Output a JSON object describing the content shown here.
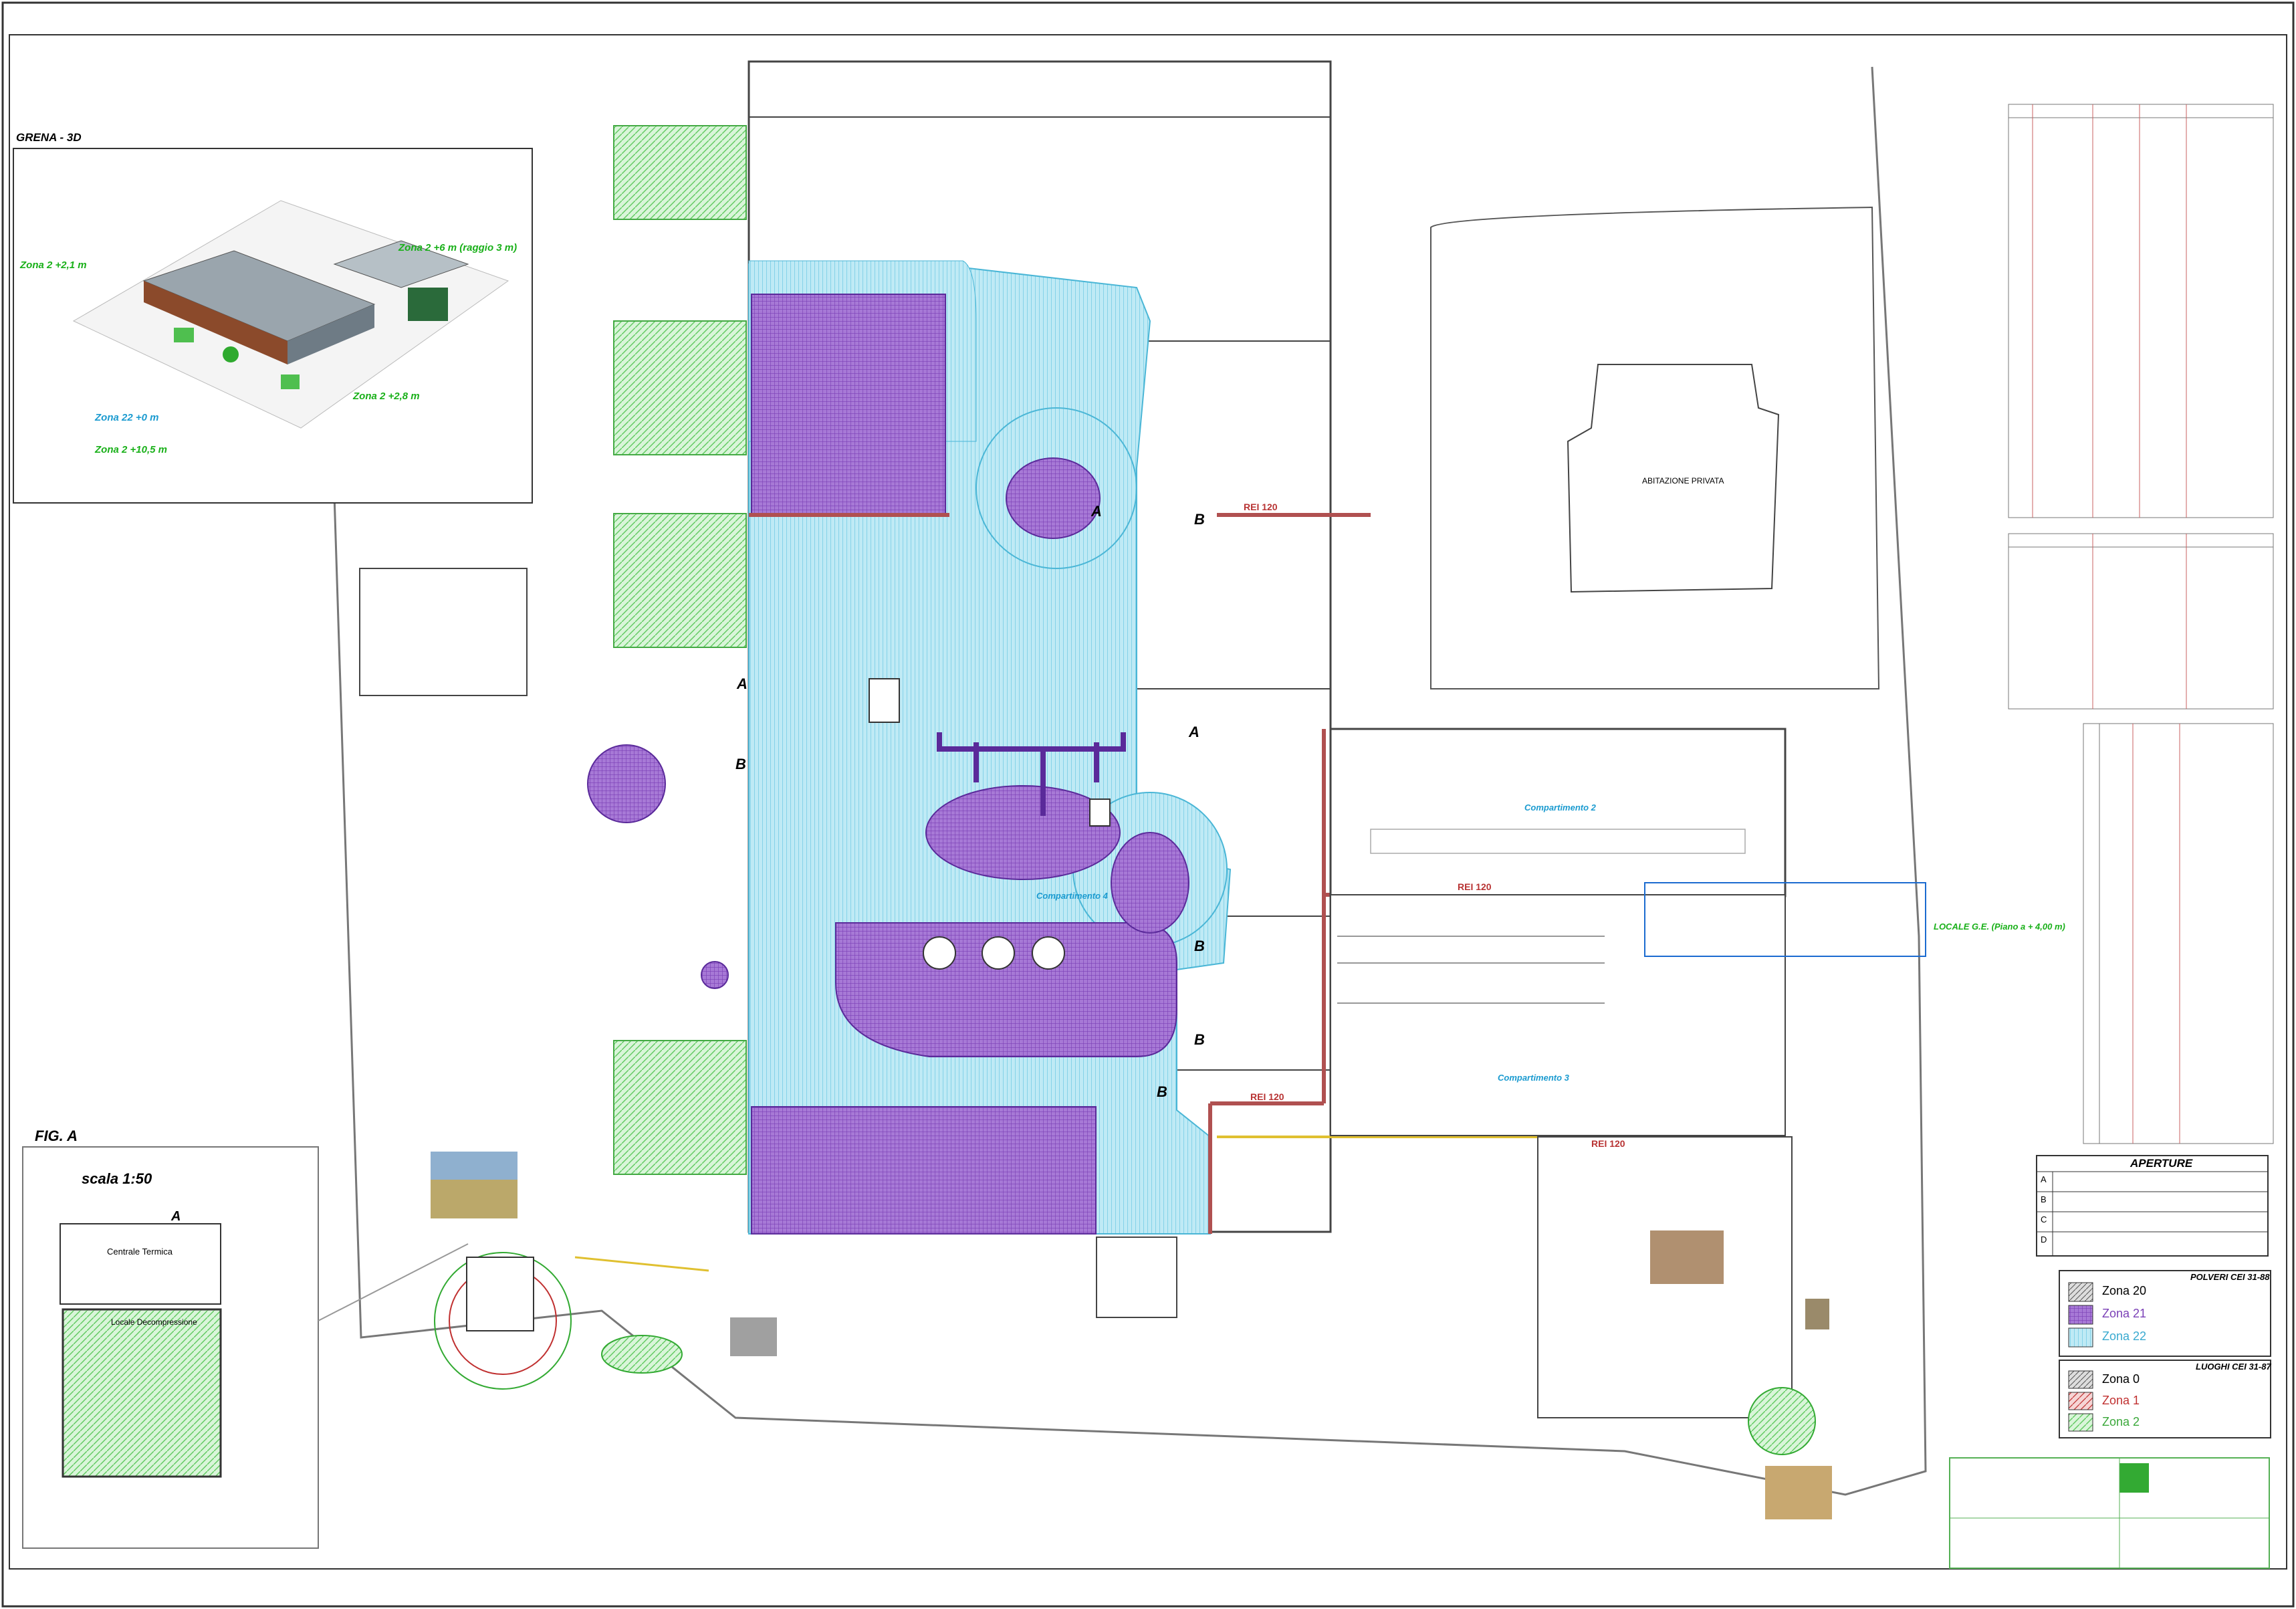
{
  "inset_3d": {
    "title": "GRENA - 3D",
    "labels": [
      "Zona 2 +2,1 m",
      "Zona 2 +6 m (raggio 3 m)",
      "Zona 22 +0 m",
      "Zona 2 +2,8 m",
      "Zona 2 +10,5 m"
    ]
  },
  "fig_a": {
    "title": "FIG. A",
    "scale": "scala 1:50",
    "room_1": "Centrale Termica",
    "room_2": "Locale Decompressione",
    "letter": "A"
  },
  "plan": {
    "rei_label": "REI 120",
    "marker_a": "A",
    "marker_b": "B",
    "private_building": "ABITAZIONE PRIVATA",
    "compartment_2": "Compartimento 2",
    "compartment_3": "Compartimento 3",
    "compartment_4": "Compartimento 4",
    "locale_ge": "LOCALE G.E. (Piano a + 4,00 m)"
  },
  "legend_aperture": {
    "title": "APERTURE",
    "rows": [
      "A",
      "B",
      "C",
      "D"
    ]
  },
  "legend_polveri": {
    "title": "POLVERI CEI 31-88",
    "zones": [
      {
        "name": "Zona 20",
        "color": "#333333"
      },
      {
        "name": "Zona 21",
        "color": "#8a4cc4"
      },
      {
        "name": "Zona 22",
        "color": "#5cc8e0"
      }
    ]
  },
  "legend_gas": {
    "title": "LUOGHI CEI 31-87",
    "zones": [
      {
        "name": "Zona 0",
        "color": "#555555"
      },
      {
        "name": "Zona 1",
        "color": "#c03030"
      },
      {
        "name": "Zona 2",
        "color": "#7ed87e"
      }
    ]
  },
  "colors": {
    "zona21": "#8a4cc4",
    "zona22": "#7fd6ea",
    "zona2": "#9ee09e",
    "rei_wall": "#b05050",
    "gas_line": "#e0c030"
  }
}
